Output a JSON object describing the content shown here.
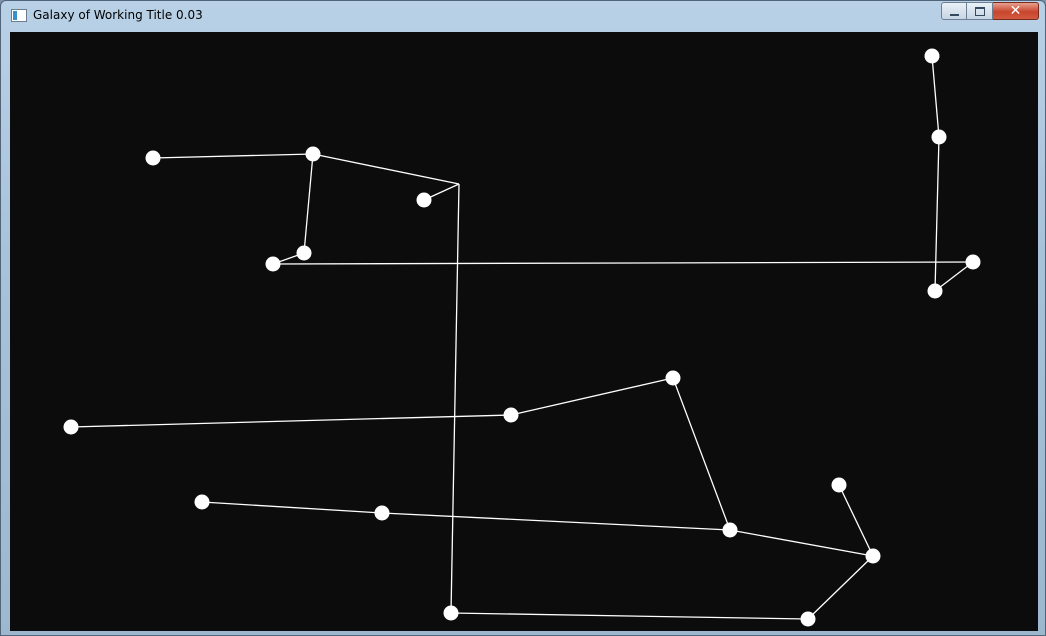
{
  "window": {
    "title": "Galaxy of Working Title 0.03",
    "controls": {
      "minimize": "minimize",
      "maximize": "maximize",
      "close": "✕"
    }
  },
  "canvas": {
    "background": "#0c0c0c",
    "line_color": "#ffffff",
    "node_color": "#ffffff"
  }
}
